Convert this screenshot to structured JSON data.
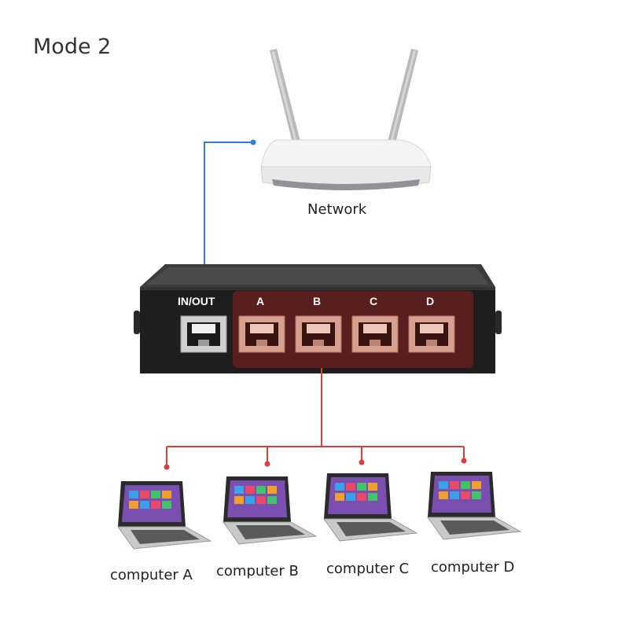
{
  "title": "Mode 2",
  "router": {
    "label": "Network"
  },
  "switch": {
    "ports": [
      {
        "label": "IN/OUT",
        "group": "inout"
      },
      {
        "label": "A",
        "group": "output"
      },
      {
        "label": "B",
        "group": "output"
      },
      {
        "label": "C",
        "group": "output"
      },
      {
        "label": "D",
        "group": "output"
      }
    ]
  },
  "computers": [
    {
      "label": "computer A"
    },
    {
      "label": "computer B"
    },
    {
      "label": "computer C"
    },
    {
      "label": "computer D"
    }
  ],
  "colors": {
    "network_link": "#2f7fd6",
    "computer_link": "#e23b3b",
    "switch_body": "#2a2a2a",
    "highlight": "#8a1f1f"
  }
}
